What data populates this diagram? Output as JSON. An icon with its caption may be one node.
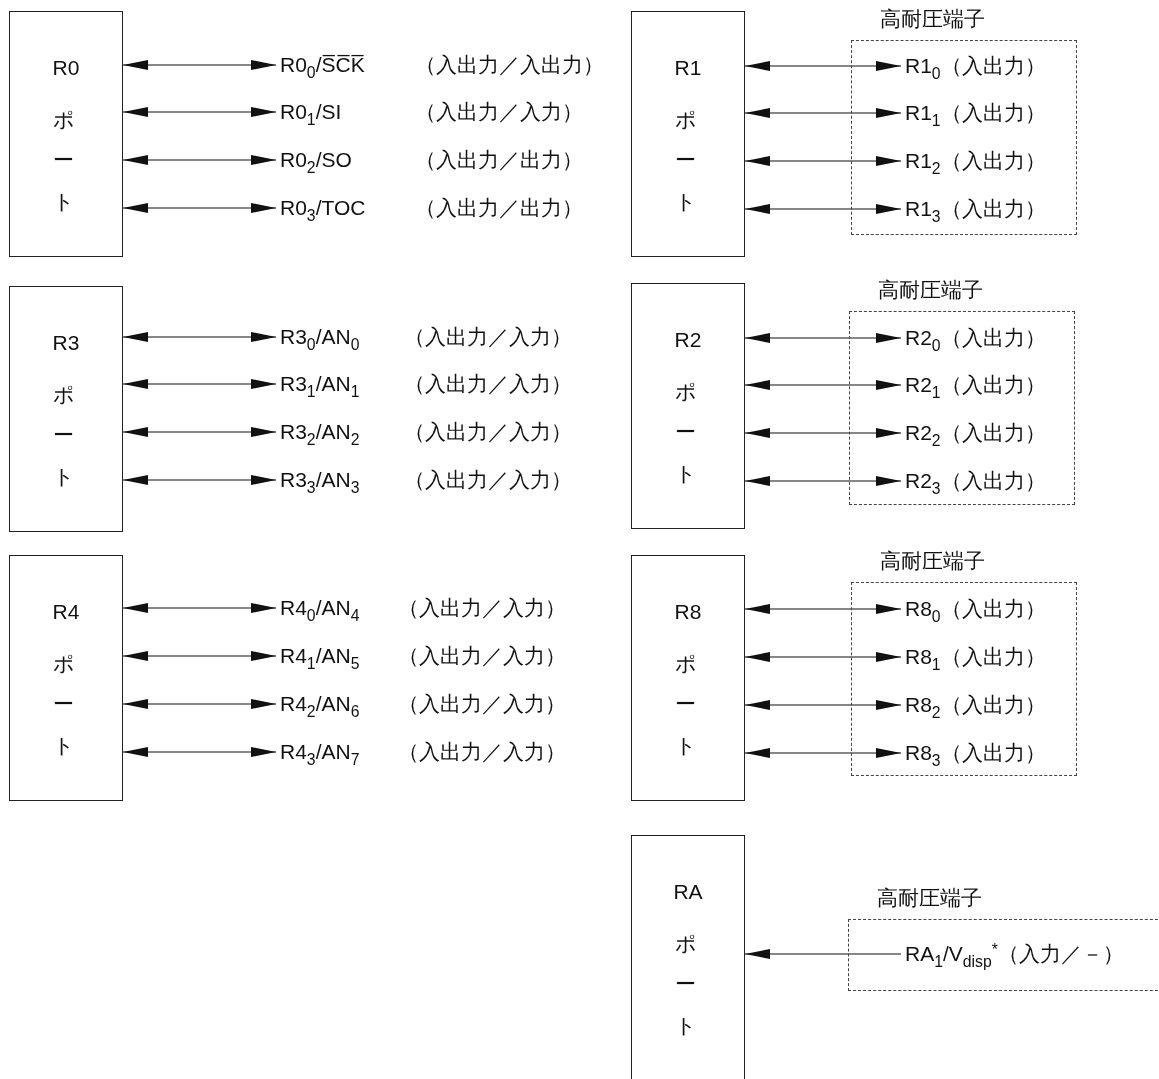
{
  "diagram": {
    "nodes": [
      {
        "text": [
          "R0",
          "ポート"
        ]
      },
      {
        "text": [
          "R0$_{0}$/S̅C̅K̅"
        ]
      },
      {
        "text": [
          "R0$_{1}$/SI"
        ]
      },
      {
        "text": [
          "R0$_{2}$/SO"
        ]
      },
      {
        "text": [
          "R0$_{3}$/TOC"
        ]
      },
      {
        "text": [
          "R1",
          "ポート"
        ]
      },
      {
        "text": [
          "高耐圧端子"
        ]
      },
      {
        "text": [
          "R1$_{0}$（入出力）"
        ],
        "in": 6
      },
      {
        "text": [
          "R1$_{1}$（入出力）"
        ],
        "in": 6
      },
      {
        "text": [
          "R1$_{2}$（入出力）"
        ],
        "in": 6
      },
      {
        "text": [
          "R1$_{3}$（入出力）"
        ],
        "in": 6
      },
      {
        "text": [
          "R3",
          "ポート"
        ]
      },
      {
        "text": [
          "R3$_{0}$/AN$_{0}$"
        ]
      },
      {
        "text": [
          "R3$_{1}$/AN$_{1}$"
        ]
      },
      {
        "text": [
          "R3$_{2}$/AN$_{2}$"
        ]
      },
      {
        "text": [
          "R3$_{3}$/AN$_{3}$"
        ]
      },
      {
        "text": [
          "R2",
          "ポート"
        ]
      },
      {
        "text": [
          "高耐圧端子"
        ]
      },
      {
        "text": [
          "R2$_{0}$（入出力）"
        ],
        "in": 17
      },
      {
        "text": [
          "R2$_{1}$（入出力）"
        ],
        "in": 17
      },
      {
        "text": [
          "R2$_{2}$（入出力）"
        ],
        "in": 17
      },
      {
        "text": [
          "R2$_{3}$（入出力）"
        ],
        "in": 17
      },
      {
        "text": [
          "R4",
          "ポート"
        ]
      },
      {
        "text": [
          "R4$_{0}$/AN$_{4}$"
        ]
      },
      {
        "text": [
          "R4$_{1}$/AN$_{5}$"
        ]
      },
      {
        "text": [
          "R4$_{2}$/AN$_{6}$"
        ]
      },
      {
        "text": [
          "R4$_{3}$/AN$_{7}$"
        ]
      },
      {
        "text": [
          "R8",
          "ポート"
        ]
      },
      {
        "text": [
          "高耐圧端子"
        ]
      },
      {
        "text": [
          "R8$_{0}$（入出力）"
        ],
        "in": 28
      },
      {
        "text": [
          "R8$_{1}$（入出力）"
        ],
        "in": 28
      },
      {
        "text": [
          "R8$_{2}$（入出力）"
        ],
        "in": 28
      },
      {
        "text": [
          "R8$_{3}$（入出力）"
        ],
        "in": 28
      },
      {
        "text": [
          "RA",
          "ポート"
        ]
      },
      {
        "text": [
          "高耐圧端子"
        ]
      },
      {
        "text": [
          "RA$_{1}$/V$_{disp}$$^{*}$（入力／－）"
        ],
        "in": 34
      }
    ],
    "edges": [
      {
        "from": 0,
        "to": 1,
        "arrow": "both"
      },
      {
        "from": 0,
        "to": 2,
        "arrow": "both"
      },
      {
        "from": 0,
        "to": 3,
        "arrow": "both"
      },
      {
        "from": 0,
        "to": 4,
        "arrow": "both"
      },
      {
        "from": 5,
        "to": 7,
        "arrow": "both"
      },
      {
        "from": 5,
        "to": 8,
        "arrow": "both"
      },
      {
        "from": 5,
        "to": 9,
        "arrow": "both"
      },
      {
        "from": 5,
        "to": 10,
        "arrow": "both"
      },
      {
        "from": 11,
        "to": 12,
        "arrow": "both"
      },
      {
        "from": 11,
        "to": 13,
        "arrow": "both"
      },
      {
        "from": 11,
        "to": 14,
        "arrow": "both"
      },
      {
        "from": 11,
        "to": 15,
        "arrow": "both"
      },
      {
        "from": 16,
        "to": 18,
        "arrow": "both"
      },
      {
        "from": 16,
        "to": 19,
        "arrow": "both"
      },
      {
        "from": 16,
        "to": 20,
        "arrow": "both"
      },
      {
        "from": 16,
        "to": 21,
        "arrow": "both"
      },
      {
        "from": 22,
        "to": 23,
        "arrow": "both"
      },
      {
        "from": 22,
        "to": 24,
        "arrow": "both"
      },
      {
        "from": 22,
        "to": 25,
        "arrow": "both"
      },
      {
        "from": 22,
        "to": 26,
        "arrow": "both"
      },
      {
        "from": 27,
        "to": 29,
        "arrow": "both"
      },
      {
        "from": 27,
        "to": 30,
        "arrow": "both"
      },
      {
        "from": 27,
        "to": 31,
        "arrow": "both"
      },
      {
        "from": 27,
        "to": 32,
        "arrow": "both"
      },
      {
        "from": 35,
        "to": 33,
        "arrow": "to"
      }
    ],
    "labels": [
      "（入出力／入出力）",
      "（入出力／入力）",
      "（入出力／出力）",
      "（入出力／出力）",
      "（入出力／入力）",
      "（入出力／入力）",
      "（入出力／入力）",
      "（入出力／入力）",
      "（入出力／入力）",
      "（入出力／入力）",
      "（入出力／入力）",
      "（入出力／入力）"
    ]
  }
}
